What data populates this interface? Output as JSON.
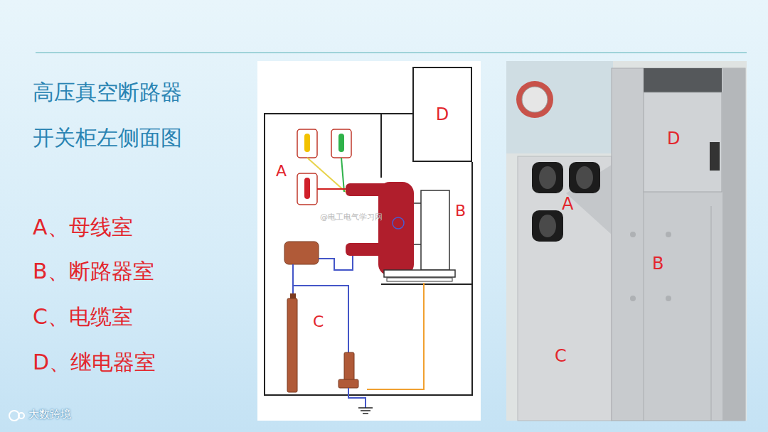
{
  "diagram": {
    "title": "高压真空断路器 开关柜左侧面图",
    "nodes": [
      {
        "text": [
          "D"
        ]
      }
    ],
    "labels": [
      "A、母线室",
      "B、断路器室",
      "C、电缆室",
      "D、继电器室",
      "A",
      "B",
      "C",
      "@电工电气学习网",
      "D",
      "A",
      "B",
      "C",
      "大数跨境"
    ]
  }
}
